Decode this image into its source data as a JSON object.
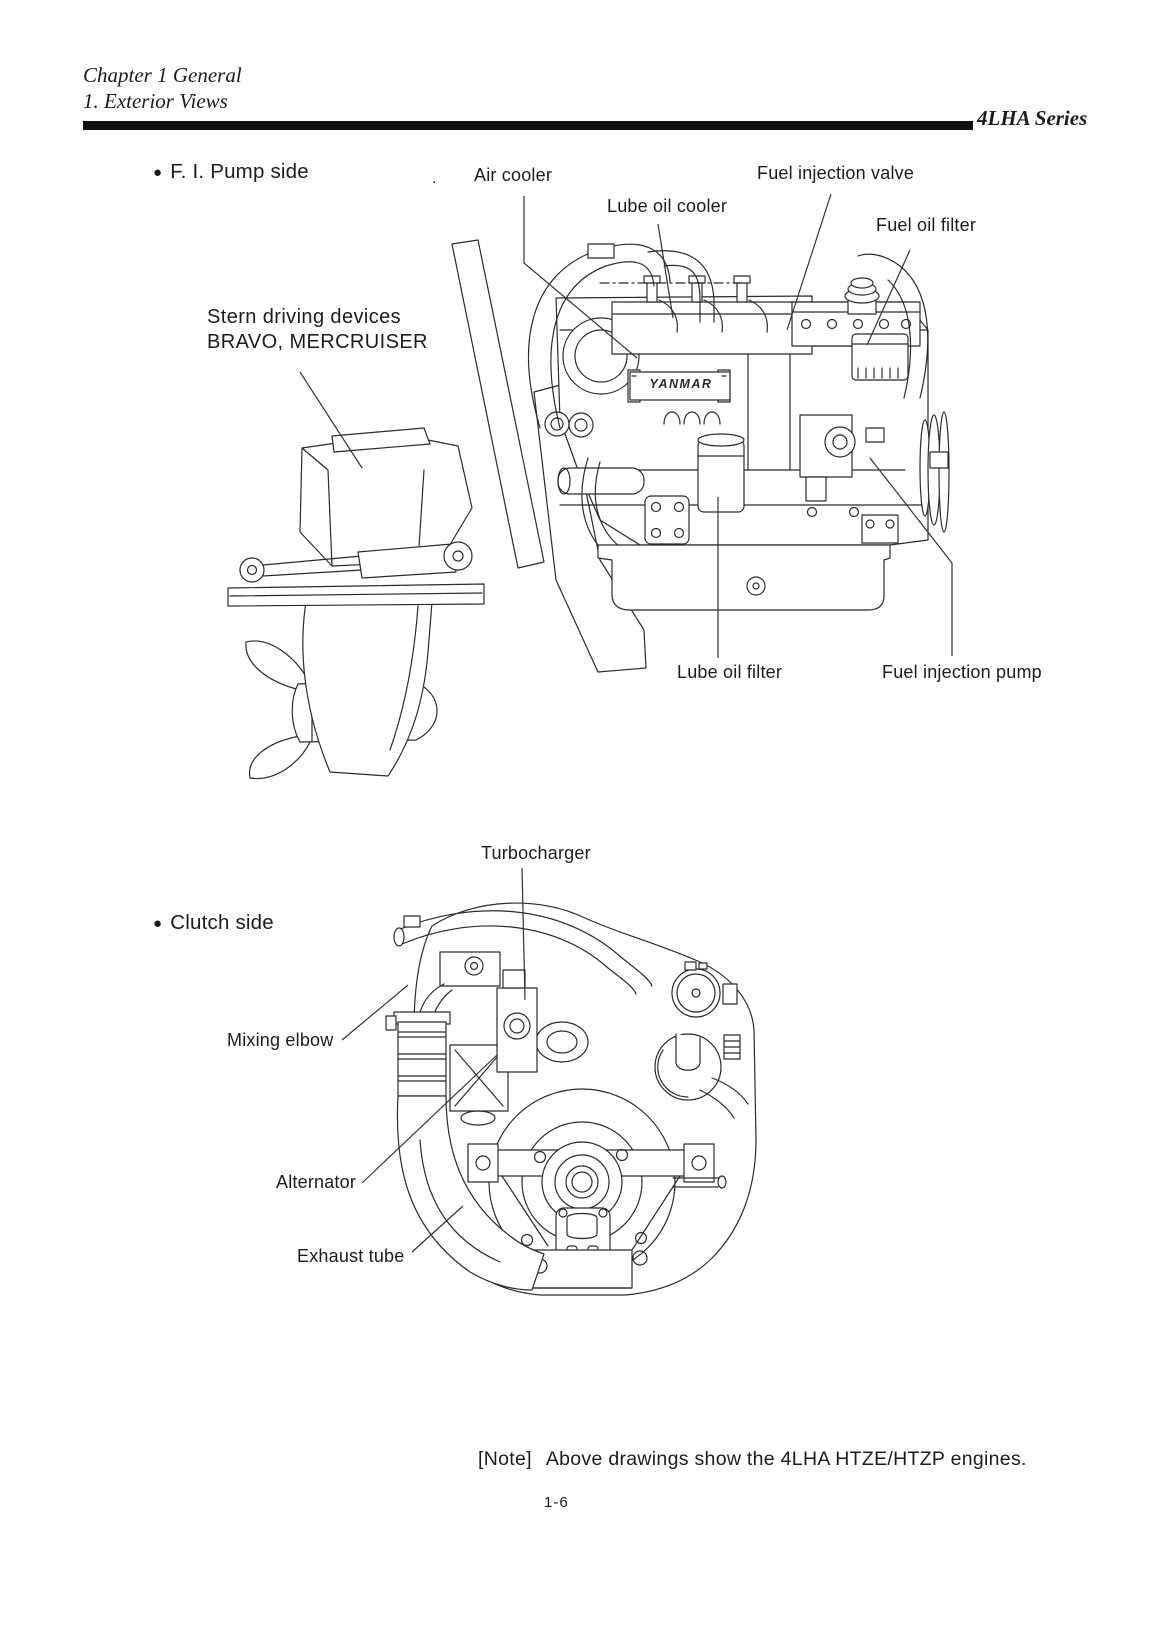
{
  "header": {
    "chapter": "Chapter 1 General",
    "section": "1. Exterior Views",
    "series": "4LHA Series"
  },
  "fi_pump_side": {
    "bullet": "●",
    "heading": "F. I. Pump side",
    "stray_mark": ".",
    "engine_logo": "YANMAR",
    "labels": {
      "air_cooler": "Air cooler",
      "lube_oil_cooler": "Lube oil cooler",
      "fuel_injection_valve": "Fuel injection valve",
      "fuel_oil_filter": "Fuel oil filter",
      "stern_driving_line1": "Stern driving devices",
      "stern_driving_line2": "BRAVO, MERCRUISER",
      "lube_oil_filter": "Lube oil filter",
      "fuel_injection_pump": "Fuel injection pump"
    }
  },
  "clutch_side": {
    "bullet": "●",
    "heading": "Clutch side",
    "labels": {
      "turbocharger": "Turbocharger",
      "mixing_elbow": "Mixing elbow",
      "alternator": "Alternator",
      "exhaust_tube": "Exhaust tube"
    }
  },
  "footer": {
    "note_label": "[Note]",
    "note_text": "Above drawings show the 4LHA HTZE/HTZP engines.",
    "page_number": "1-6"
  },
  "colors": {
    "ink": "#1c1c1c",
    "paper": "#ffffff"
  }
}
